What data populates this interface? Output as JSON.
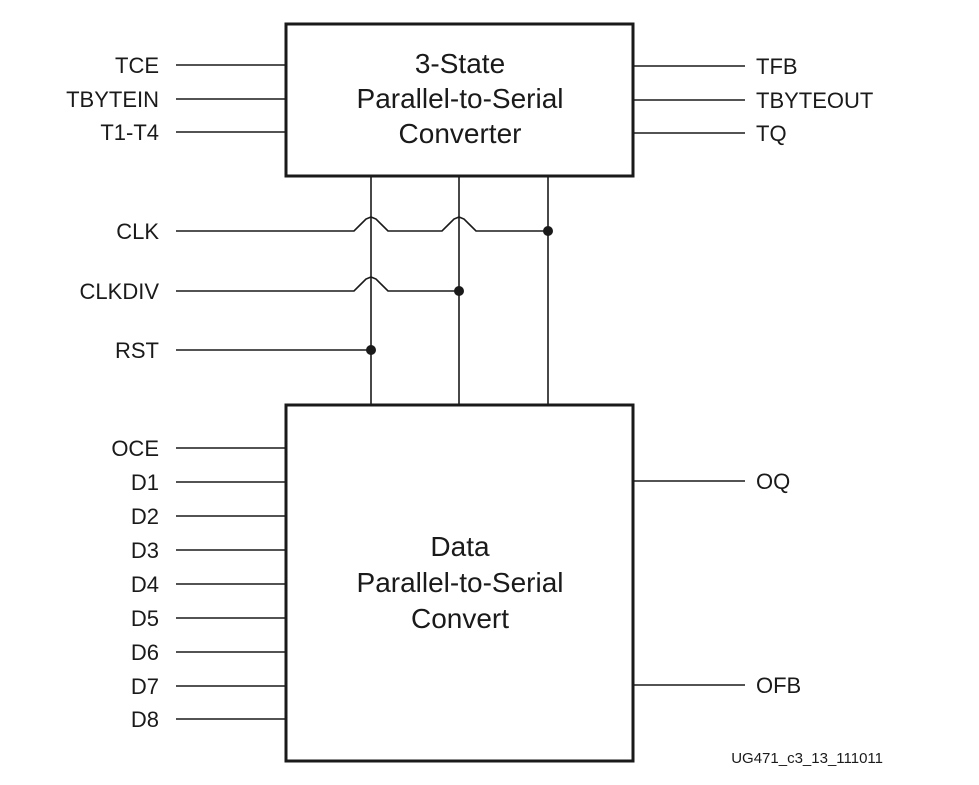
{
  "diagram": {
    "tristate_block": {
      "title_lines": [
        "3-State",
        "Parallel-to-Serial",
        "Converter"
      ],
      "inputs": [
        "TCE",
        "TBYTEIN",
        "T1-T4"
      ],
      "outputs": [
        "TFB",
        "TBYTEOUT",
        "TQ"
      ]
    },
    "shared_signals": [
      "CLK",
      "CLKDIV",
      "RST"
    ],
    "data_block": {
      "title_lines": [
        "Data",
        "Parallel-to-Serial",
        "Convert"
      ],
      "inputs": [
        "OCE",
        "D1",
        "D2",
        "D3",
        "D4",
        "D5",
        "D6",
        "D7",
        "D8"
      ],
      "outputs": [
        "OQ",
        "OFB"
      ]
    },
    "figure_id": "UG471_c3_13_111011"
  }
}
